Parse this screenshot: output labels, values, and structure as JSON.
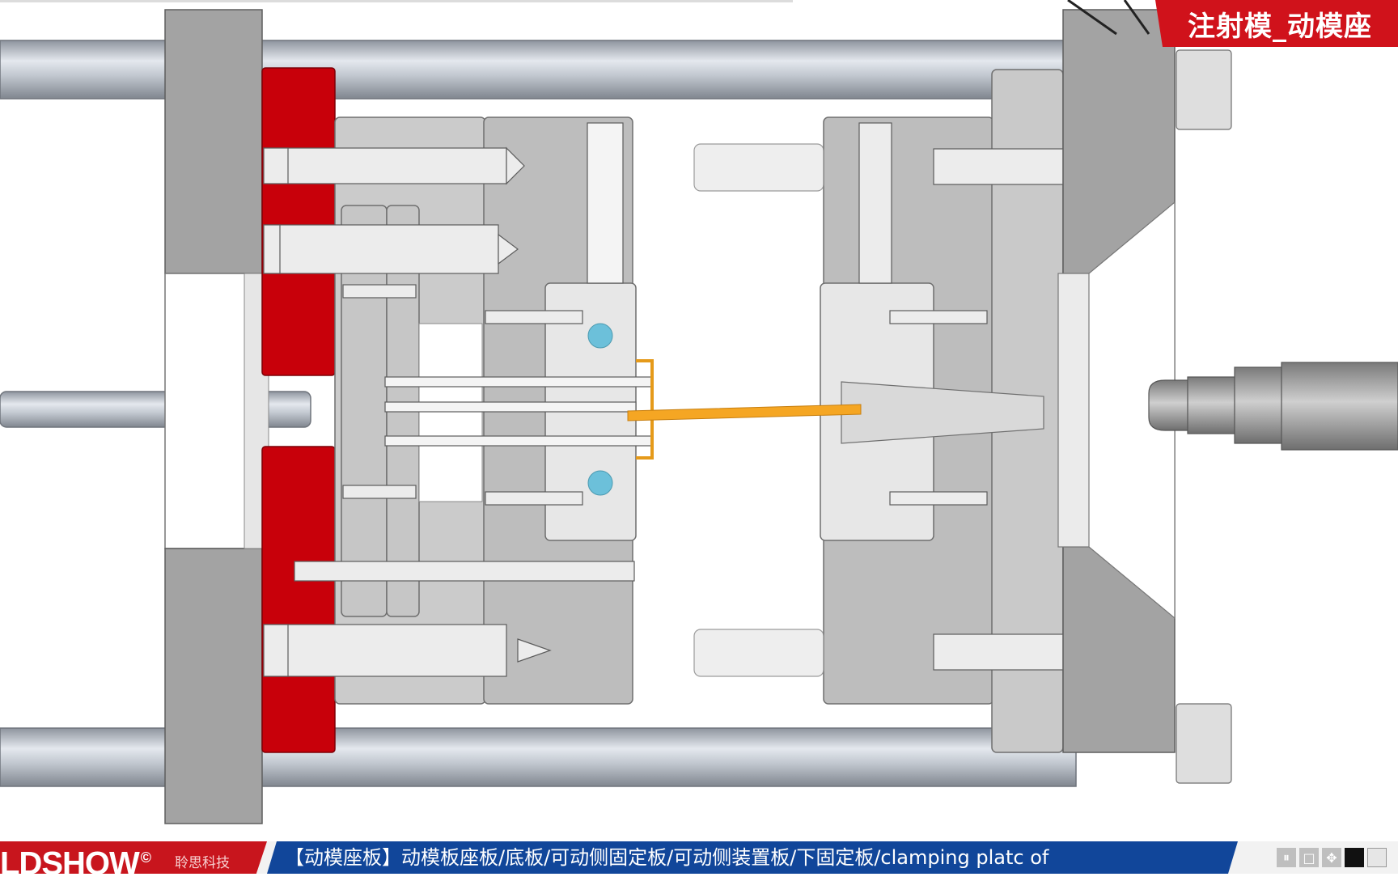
{
  "title": "注射模_动模座",
  "brand": {
    "logo": "LDSHOW",
    "copyright": "©",
    "company": "聆思科技"
  },
  "caption": "【动模座板】动模板座板/底板/可动侧固定板/可动侧装置板/下固定板/clamping platc of",
  "controls": [
    {
      "name": "pause-icon",
      "glyph": "⏸"
    },
    {
      "name": "stop-icon",
      "glyph": "□"
    },
    {
      "name": "move-icon",
      "glyph": "✥"
    },
    {
      "name": "fill-black-icon",
      "glyph": ""
    },
    {
      "name": "fill-white-icon",
      "glyph": ""
    }
  ],
  "colors": {
    "highlight_plate": "#c8000a",
    "platen_gray": "#a0a0a0",
    "mold_plate": "#bdbdbd",
    "tie_bar": "#b8bec8",
    "melt_plastic": "#f5a623",
    "cooling_channel": "#6cc0da"
  }
}
